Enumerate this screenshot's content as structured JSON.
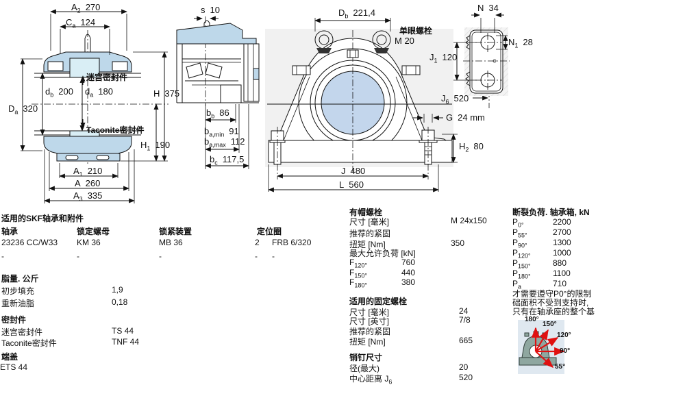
{
  "colors": {
    "housing_fill": "#bed8ea",
    "seal_fill": "#d9eef5",
    "bore_fill": "#c3d6ec",
    "backdrop_gray": "#f1f1f1",
    "arrow_red": "#e01111",
    "icon_fill": "#8fa7a0",
    "icon_bg": "#dfe8f0"
  },
  "drawings": {
    "section_view": {
      "dims": {
        "A2": {
          "sym": "A",
          "sub": "2",
          "val": "270"
        },
        "Ca": {
          "sym": "C",
          "sub": "a",
          "val": "124"
        },
        "db": {
          "sym": "d",
          "sub": "b",
          "val": "200"
        },
        "da": {
          "sym": "d",
          "sub": "a",
          "val": "180"
        },
        "H": {
          "sym": "H",
          "sub": "",
          "val": "375"
        },
        "Da": {
          "sym": "D",
          "sub": "a",
          "val": "320"
        },
        "H1": {
          "sym": "H",
          "sub": "1",
          "val": "190"
        },
        "A1": {
          "sym": "A",
          "sub": "1",
          "val": "210"
        },
        "A": {
          "sym": "A",
          "sub": "",
          "val": "260"
        },
        "A3": {
          "sym": "A",
          "sub": "3",
          "val": "335"
        }
      },
      "seal_top": "迷宫密封件",
      "seal_bottom": "Taconite密封件"
    },
    "half_section": {
      "dims": {
        "s": {
          "sym": "s",
          "sub": "",
          "val": "10"
        },
        "bb": {
          "sym": "b",
          "sub": "b",
          "val": "86"
        },
        "bamin": {
          "sym": "b",
          "sub": "a,min",
          "val": "91"
        },
        "bamax": {
          "sym": "b",
          "sub": "a,max",
          "val": "112"
        },
        "bc": {
          "sym": "b",
          "sub": "c",
          "val": "117,5"
        }
      }
    },
    "front_view": {
      "dims": {
        "Db": {
          "sym": "D",
          "sub": "b",
          "val": "221,4"
        },
        "J1": {
          "sym": "J",
          "sub": "1",
          "val": "120"
        },
        "J6": {
          "sym": "J",
          "sub": "6",
          "val": "520"
        },
        "G": {
          "sym": "G",
          "sub": "",
          "val": "24 mm"
        },
        "H2": {
          "sym": "H",
          "sub": "2",
          "val": "80"
        },
        "J": {
          "sym": "J",
          "sub": "",
          "val": "480"
        },
        "L": {
          "sym": "L",
          "sub": "",
          "val": "560"
        }
      },
      "eye_bolt_label": "单眼螺栓",
      "eye_bolt_size": "M 20"
    },
    "end_view": {
      "dims": {
        "N": {
          "sym": "N",
          "sub": "",
          "val": "34"
        },
        "N1": {
          "sym": "N",
          "sub": "1",
          "val": "28"
        }
      }
    },
    "angle_icon": {
      "angles": [
        "180°",
        "150°",
        "120°",
        "90°",
        "55°"
      ]
    }
  },
  "specs": {
    "bearing": {
      "title": "适用的SKF轴承和附件",
      "headers": [
        "轴承",
        "锁定螺母",
        "锁紧装置",
        "定位圈"
      ],
      "rows": [
        [
          "23236 CC/W33",
          "KM 36",
          "MB 36",
          "2",
          "FRB 6/320"
        ],
        [
          "-",
          "-",
          "-",
          "-",
          "-"
        ]
      ]
    },
    "grease": {
      "title": "脂量. 公斤",
      "rows": [
        {
          "label": "初步填充",
          "value": "1,9"
        },
        {
          "label": "重新油脂",
          "value": "0,18"
        }
      ]
    },
    "seals": {
      "title": "密封件",
      "rows": [
        {
          "label": "迷宫密封件",
          "value": "TS 44"
        },
        {
          "label": "Taconite密封件",
          "value": "TNF 44"
        }
      ]
    },
    "end_cover": {
      "title": "端盖",
      "value": "ETS 44"
    },
    "cap_bolts": {
      "title": "有帽螺栓",
      "rows": [
        {
          "label": "尺寸 [毫米]",
          "value": "M 24x150"
        },
        {
          "label": "推荐的紧固",
          "value": ""
        },
        {
          "label": "扭矩 [Nm]",
          "value": "350"
        },
        {
          "label": "最大允许负荷 [kN]",
          "value": ""
        }
      ],
      "loads": [
        {
          "sym": "F",
          "sub": "120°",
          "value": "760"
        },
        {
          "sym": "F",
          "sub": "150°",
          "value": "440"
        },
        {
          "sym": "F",
          "sub": "180°",
          "value": "380"
        }
      ]
    },
    "attachment_bolts": {
      "title": "适用的固定螺栓",
      "rows": [
        {
          "label": "尺寸 [毫米]",
          "value": "24"
        },
        {
          "label": "尺寸 [英寸]",
          "value": "7/8"
        },
        {
          "label": "推荐的紧固",
          "value": ""
        },
        {
          "label": "扭矩 [Nm]",
          "value": "665"
        }
      ]
    },
    "pins": {
      "title": "销钉尺寸",
      "rows": [
        {
          "label": "径(最大)",
          "value": "20"
        }
      ],
      "center_distance": {
        "label_pre": "中心距离 J",
        "label_sub": "6",
        "value": "520"
      }
    },
    "breaking_loads": {
      "title": "断裂负荷. 轴承箱, kN",
      "rows": [
        {
          "sym": "P",
          "sub": "0°",
          "value": "2200"
        },
        {
          "sym": "P",
          "sub": "55°",
          "value": "2700"
        },
        {
          "sym": "P",
          "sub": "90°",
          "value": "1300"
        },
        {
          "sym": "P",
          "sub": "120°",
          "value": "1000"
        },
        {
          "sym": "P",
          "sub": "150°",
          "value": "880"
        },
        {
          "sym": "P",
          "sub": "180°",
          "value": "1100"
        },
        {
          "sym": "P",
          "sub": "a",
          "value": "710"
        }
      ],
      "note_lines": [
        "才需要遵守P0°的限制",
        "础面积不受到支持时,",
        "只有在轴承座的整个基"
      ]
    }
  }
}
